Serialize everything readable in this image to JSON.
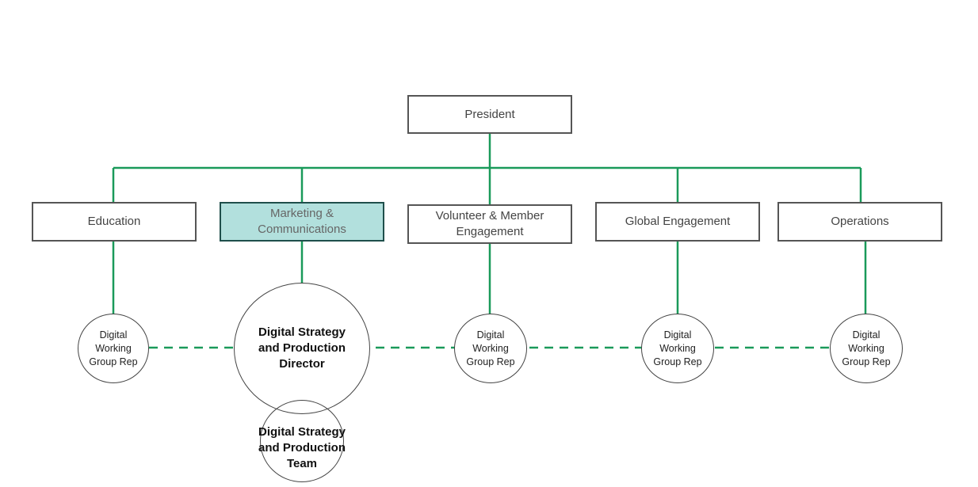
{
  "colors": {
    "connector": "#1a9a5a",
    "highlight": "#b2e0dd",
    "border": "#555555"
  },
  "top": {
    "label": "President"
  },
  "departments": [
    {
      "label": "Education",
      "highlighted": false
    },
    {
      "label": "Marketing &\nCommunications",
      "highlighted": true
    },
    {
      "label": "Volunteer & Member\nEngagement",
      "highlighted": false
    },
    {
      "label": "Global Engagement",
      "highlighted": false
    },
    {
      "label": "Operations",
      "highlighted": false
    }
  ],
  "reps": [
    {
      "label": "Digital\nWorking\nGroup Rep"
    },
    {
      "label": "Digital Strategy\nand Production\nDirector"
    },
    {
      "label": "Digital\nWorking\nGroup Rep"
    },
    {
      "label": "Digital\nWorking\nGroup Rep"
    },
    {
      "label": "Digital\nWorking\nGroup Rep"
    }
  ],
  "team": {
    "label": "Digital Strategy\nand Production\nTeam"
  }
}
